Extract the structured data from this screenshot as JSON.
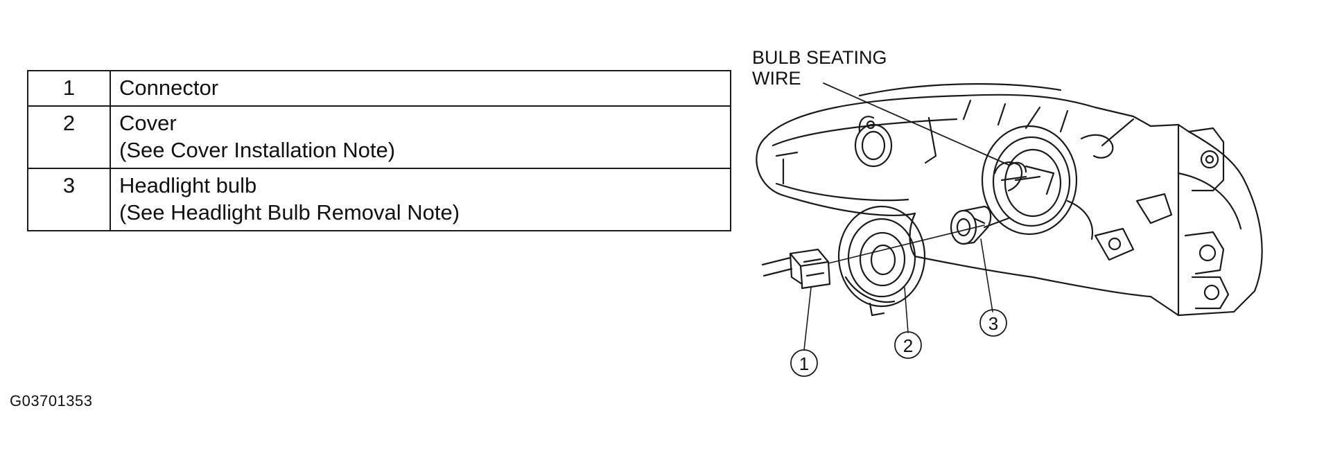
{
  "parts_table": {
    "rows": [
      {
        "number": "1",
        "name": "Connector",
        "note": ""
      },
      {
        "number": "2",
        "name": "Cover",
        "note": "(See Cover Installation Note)"
      },
      {
        "number": "3",
        "name": "Headlight bulb",
        "note": "(See Headlight Bulb Removal Note)"
      }
    ]
  },
  "diagram": {
    "label_line1": "BULB SEATING",
    "label_line2": "WIRE",
    "callouts": [
      "1",
      "2",
      "3"
    ]
  },
  "figure_code": "G03701353"
}
